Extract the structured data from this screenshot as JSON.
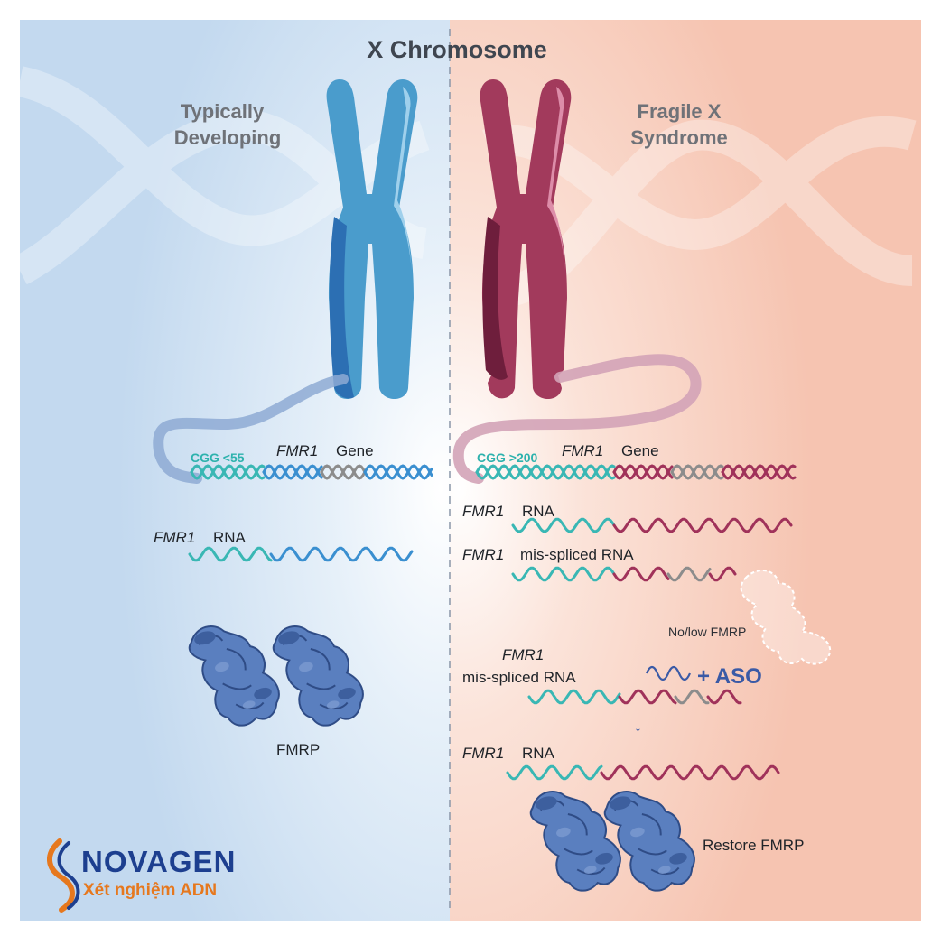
{
  "title": "X Chromosome",
  "left": {
    "heading_line1": "Typically",
    "heading_line2": "Developing",
    "cgg_label": "CGG <55",
    "gene_italic": "FMR1",
    "gene_word": "Gene",
    "rna_italic": "FMR1",
    "rna_word": "RNA",
    "protein_label": "FMRP"
  },
  "right": {
    "heading_line1": "Fragile X",
    "heading_line2": "Syndrome",
    "cgg_label": "CGG >200",
    "gene_italic": "FMR1",
    "gene_word": "Gene",
    "rna_italic": "FMR1",
    "rna_word": "RNA",
    "missplice_italic": "FMR1",
    "missplice_word": "mis-spliced RNA",
    "no_fmrp_label": "No/low FMRP",
    "aso_rna_italic": "FMR1",
    "aso_rna_word": "mis-spliced RNA",
    "aso_label": "+ ASO",
    "arrow_glyph": "↓",
    "restored_rna_italic": "FMR1",
    "restored_rna_word": "RNA",
    "restore_label": "Restore FMRP"
  },
  "logo": {
    "brand": "NOVAGEN",
    "tagline": "Xét nghiệm ADN"
  },
  "colors": {
    "left_bg": "#c7dcf0",
    "right_bg": "#f7c7b6",
    "normal_chromosome": "#4a9ccc",
    "fragile_chromosome": "#a23a5c",
    "teal_strand": "#39b7b4",
    "blue_strand": "#3a8fd0",
    "grey_strand": "#8c8c8c",
    "maroon_strand": "#a0325a",
    "protein": "#5a7fbf"
  }
}
